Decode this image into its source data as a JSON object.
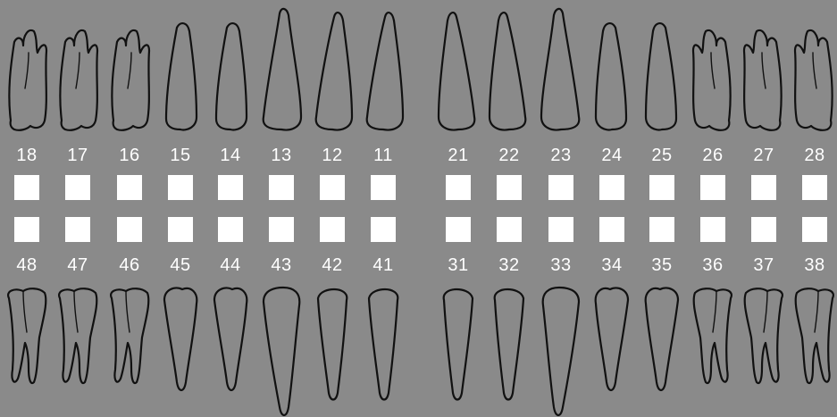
{
  "upper": {
    "teeth": [
      "18",
      "17",
      "16",
      "15",
      "14",
      "13",
      "12",
      "11",
      "21",
      "22",
      "23",
      "24",
      "25",
      "26",
      "27",
      "28"
    ]
  },
  "lower": {
    "teeth": [
      "48",
      "47",
      "46",
      "45",
      "44",
      "43",
      "42",
      "41",
      "31",
      "32",
      "33",
      "34",
      "35",
      "36",
      "37",
      "38"
    ]
  },
  "colors": {
    "background": "#8a8a8a",
    "outline": "#111111",
    "box": "#ffffff",
    "label": "#ffffff"
  }
}
